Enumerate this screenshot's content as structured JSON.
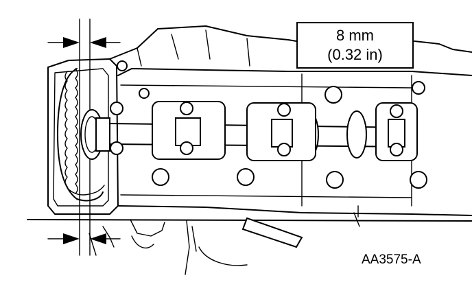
{
  "specification": {
    "metric": "8 mm",
    "imperial": "(0.32 in)"
  },
  "figure_id": "AA3575-A",
  "colors": {
    "ink": "#000000",
    "paper": "#ffffff"
  },
  "icons": [
    "dimension-arrow-icon",
    "bolt-icon"
  ]
}
